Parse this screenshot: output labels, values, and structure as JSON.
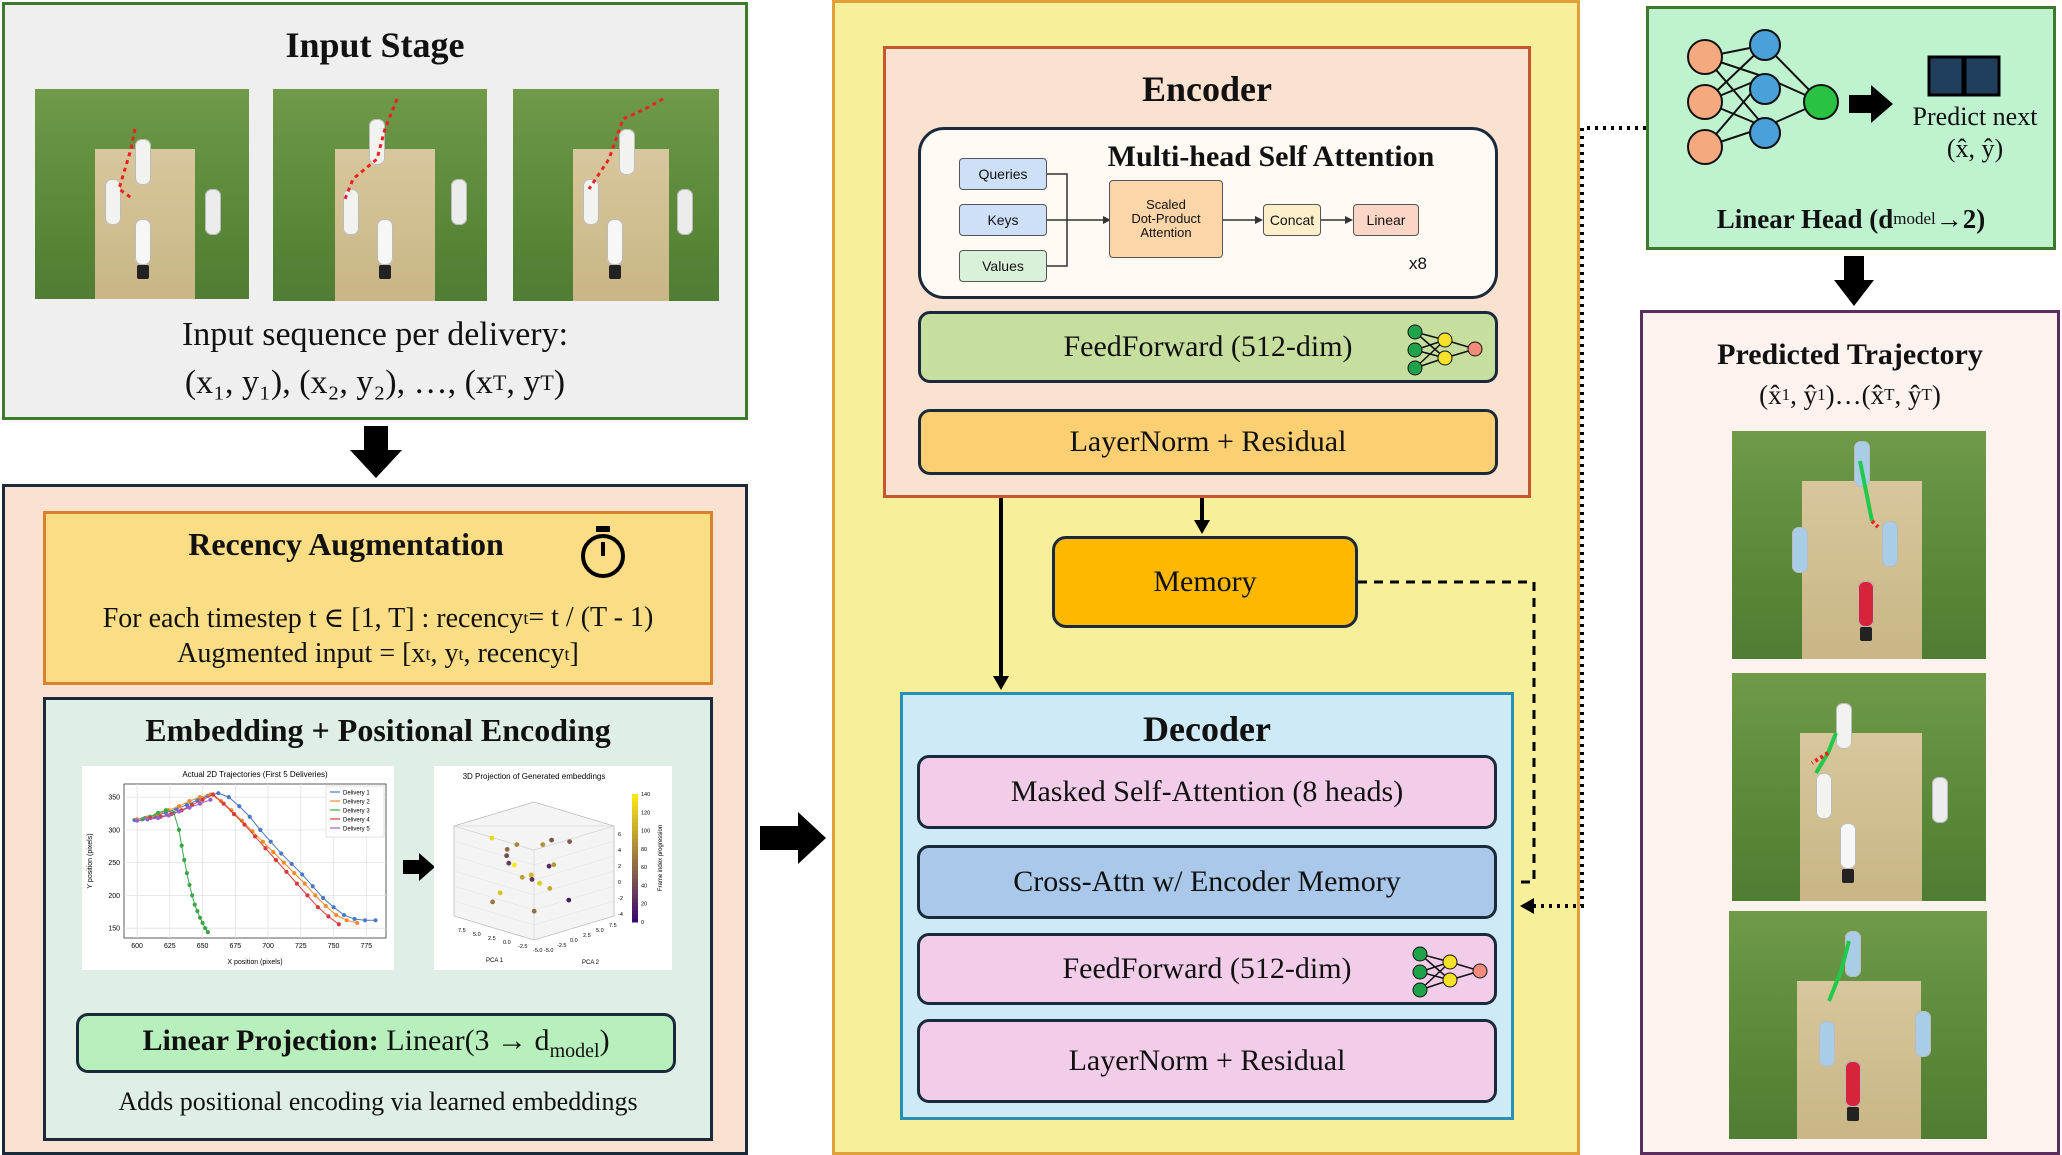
{
  "input_stage": {
    "title": "Input Stage",
    "caption_line1": "Input sequence per delivery:",
    "caption_line2": "(x₁, y₁), (x₂, y₂), …, (x",
    "caption_sub_T1": "T",
    "caption_mid": ", y",
    "caption_sub_T2": "T",
    "caption_end": ")"
  },
  "recency": {
    "title": "Recency Augmentation",
    "line1_pre": "For each timestep t ∈ [1, T] : recency",
    "line1_sub": "t",
    "line1_post": " = t / (T - 1)",
    "line2_pre": "Augmented input = [x",
    "line2_sub1": "t",
    "line2_mid1": ", y",
    "line2_sub2": "t",
    "line2_mid2": ", recency",
    "line2_sub3": "t",
    "line2_post": "]"
  },
  "embedding": {
    "title": "Embedding + Positional Encoding",
    "lp_bold": "Linear Projection:",
    "lp_text": " Linear(3 → d",
    "lp_sub": "model",
    "lp_end": ")",
    "note": "Adds positional encoding via learned embeddings"
  },
  "chart_data": [
    {
      "type": "scatter",
      "title": "Actual 2D Trajectories (First 5 Deliveries)",
      "xlabel": "X position (pixels)",
      "ylabel": "Y position (pixels)",
      "xlim": [
        590,
        790
      ],
      "ylim": [
        135,
        370
      ],
      "xticks": [
        600,
        625,
        650,
        675,
        700,
        725,
        750,
        775
      ],
      "yticks": [
        150,
        200,
        250,
        300,
        350
      ],
      "series": [
        {
          "name": "Delivery 1",
          "color": "#4a78c2",
          "x": [
            598,
            606,
            614,
            622,
            630,
            638,
            646,
            654,
            662,
            670,
            678,
            686,
            694,
            702,
            710,
            718,
            726,
            734,
            742,
            750,
            758,
            766,
            774,
            782
          ],
          "y": [
            315,
            318,
            322,
            326,
            332,
            338,
            345,
            352,
            356,
            350,
            336,
            320,
            300,
            282,
            264,
            248,
            232,
            214,
            196,
            182,
            170,
            164,
            162,
            162
          ]
        },
        {
          "name": "Delivery 2",
          "color": "#f08a2a",
          "x": [
            600,
            608,
            616,
            624,
            632,
            640,
            648,
            656,
            664,
            672,
            680,
            688,
            696,
            704,
            712,
            720,
            728,
            736,
            744,
            752,
            760,
            768
          ],
          "y": [
            316,
            319,
            324,
            330,
            336,
            344,
            350,
            354,
            344,
            330,
            314,
            298,
            282,
            266,
            250,
            234,
            218,
            200,
            184,
            170,
            162,
            158
          ]
        },
        {
          "name": "Delivery 3",
          "color": "#3aa646",
          "x": [
            604,
            610,
            616,
            622,
            628,
            632,
            634,
            636,
            638,
            640,
            642,
            644,
            646,
            648,
            650,
            652,
            654
          ],
          "y": [
            316,
            320,
            326,
            330,
            326,
            300,
            276,
            254,
            234,
            216,
            200,
            186,
            176,
            166,
            158,
            150,
            144
          ]
        },
        {
          "name": "Delivery 4",
          "color": "#d83a3a",
          "x": [
            610,
            618,
            626,
            634,
            642,
            650,
            658,
            666,
            674,
            682,
            690,
            698,
            706,
            714,
            722,
            730,
            738,
            746,
            754
          ],
          "y": [
            318,
            320,
            324,
            330,
            338,
            346,
            354,
            340,
            324,
            308,
            290,
            272,
            254,
            236,
            218,
            200,
            182,
            168,
            156
          ]
        },
        {
          "name": "Delivery 5",
          "color": "#9a62c9",
          "x": [
            600,
            608,
            616,
            624,
            632,
            640,
            648,
            656
          ],
          "y": [
            314,
            316,
            318,
            322,
            328,
            334,
            340,
            346
          ]
        }
      ]
    },
    {
      "type": "scatter",
      "title": "3D Projection of Generated embeddings",
      "xlabel": "PCA 1",
      "ylabel": "PCA 2",
      "zlabel": "",
      "colorbar_label": "Frame index progression",
      "colorbar_ticks": [
        "0",
        "20",
        "40",
        "60",
        "80",
        "100",
        "120",
        "140"
      ],
      "x_ticks": [
        "7.5",
        "5.0",
        "2.5",
        "0.0",
        "-2.5",
        "-5.0"
      ],
      "y_ticks": [
        "-5.0",
        "-2.5",
        "0.0",
        "2.5",
        "5.0",
        "7.5"
      ],
      "z_ticks": [
        "-4",
        "-2",
        "0",
        "2",
        "4",
        "6"
      ],
      "points": [
        {
          "x": -2.1,
          "y": 0.8,
          "z": 2.2,
          "c": 40
        },
        {
          "x": -1.4,
          "y": 1.6,
          "z": 3.1,
          "c": 60
        },
        {
          "x": 0.2,
          "y": 2.4,
          "z": 4.1,
          "c": 80
        },
        {
          "x": 1.1,
          "y": -0.5,
          "z": 1.8,
          "c": 20
        },
        {
          "x": 2.3,
          "y": 0.9,
          "z": 0.6,
          "c": 100
        },
        {
          "x": -0.8,
          "y": -1.7,
          "z": -0.4,
          "c": 120
        },
        {
          "x": 0.6,
          "y": 3.2,
          "z": 2.7,
          "c": 140
        },
        {
          "x": -3.0,
          "y": -0.6,
          "z": 1.0,
          "c": 30
        },
        {
          "x": 3.1,
          "y": 1.4,
          "z": 2.9,
          "c": 90
        },
        {
          "x": -1.9,
          "y": 2.8,
          "z": -1.1,
          "c": 70
        },
        {
          "x": 1.8,
          "y": -2.2,
          "z": 3.6,
          "c": 50
        },
        {
          "x": -0.2,
          "y": 0.1,
          "z": 0.9,
          "c": 110
        },
        {
          "x": 2.6,
          "y": -1.1,
          "z": -0.8,
          "c": 10
        },
        {
          "x": -2.7,
          "y": 1.9,
          "z": 3.8,
          "c": 130
        },
        {
          "x": 0.9,
          "y": 1.1,
          "z": -1.6,
          "c": 65
        },
        {
          "x": -1.2,
          "y": -2.6,
          "z": 2.5,
          "c": 85
        },
        {
          "x": 1.4,
          "y": 2.0,
          "z": 1.4,
          "c": 25
        },
        {
          "x": -0.5,
          "y": 3.6,
          "z": 0.2,
          "c": 115
        },
        {
          "x": 2.0,
          "y": 0.3,
          "z": 4.4,
          "c": 45
        },
        {
          "x": -2.3,
          "y": -1.4,
          "z": -0.2,
          "c": 95
        }
      ]
    }
  ],
  "encoder": {
    "title": "Encoder",
    "mhsa_title": "Multi-head Self Attention",
    "queries": "Queries",
    "keys": "Keys",
    "values": "Values",
    "sdpa": "Scaled\nDot-Product\nAttention",
    "concat": "Concat",
    "linear": "Linear",
    "x8": "x8",
    "ffn": "FeedForward (512-dim)",
    "layernorm": "LayerNorm + Residual"
  },
  "memory": {
    "label": "Memory"
  },
  "decoder": {
    "title": "Decoder",
    "masked": "Masked Self-Attention (8 heads)",
    "cross": "Cross-Attn w/ Encoder Memory",
    "ffn": "FeedForward (512-dim)",
    "layernorm": "LayerNorm + Residual"
  },
  "linear_head": {
    "predict_line1": "Predict next",
    "predict_line2": "(x̂, ŷ)",
    "label_pre": "Linear Head (d",
    "label_sub": "model",
    "label_post": " →2)"
  },
  "predicted": {
    "title": "Predicted Trajectory",
    "seq_a": "(x̂",
    "seq_a_sub": "1",
    "seq_b": ", ŷ",
    "seq_b_sub": "1",
    "seq_c": ")…(x̂",
    "seq_c_sub": "T",
    "seq_d": ", ŷ",
    "seq_d_sub": "T",
    "seq_e": ")"
  },
  "colors": {
    "input_border": "#3d7a2b",
    "encoder_outer": "#f7ef9a",
    "encoder_border": "#e0a13a",
    "encoder_inner": "#fbe1cf",
    "encoder_inner_border": "#c4572e",
    "decoder_fill": "#cdeaf6",
    "decoder_border": "#2a8fb0",
    "pink": "#f2cde9",
    "blue": "#a9c8ea",
    "ffn_green": "#c6df9f",
    "layernorm_orange": "#fbcf72",
    "memory": "#ffb800",
    "recency_fill": "#fbdd85",
    "recency_border": "#d9822b",
    "embed_fill": "#dfefe6",
    "lp_fill": "#b8f0bd",
    "linear_head_fill": "#bff3cf",
    "predicted_fill": "#fdf2ee",
    "predicted_border": "#5a2d5c"
  }
}
